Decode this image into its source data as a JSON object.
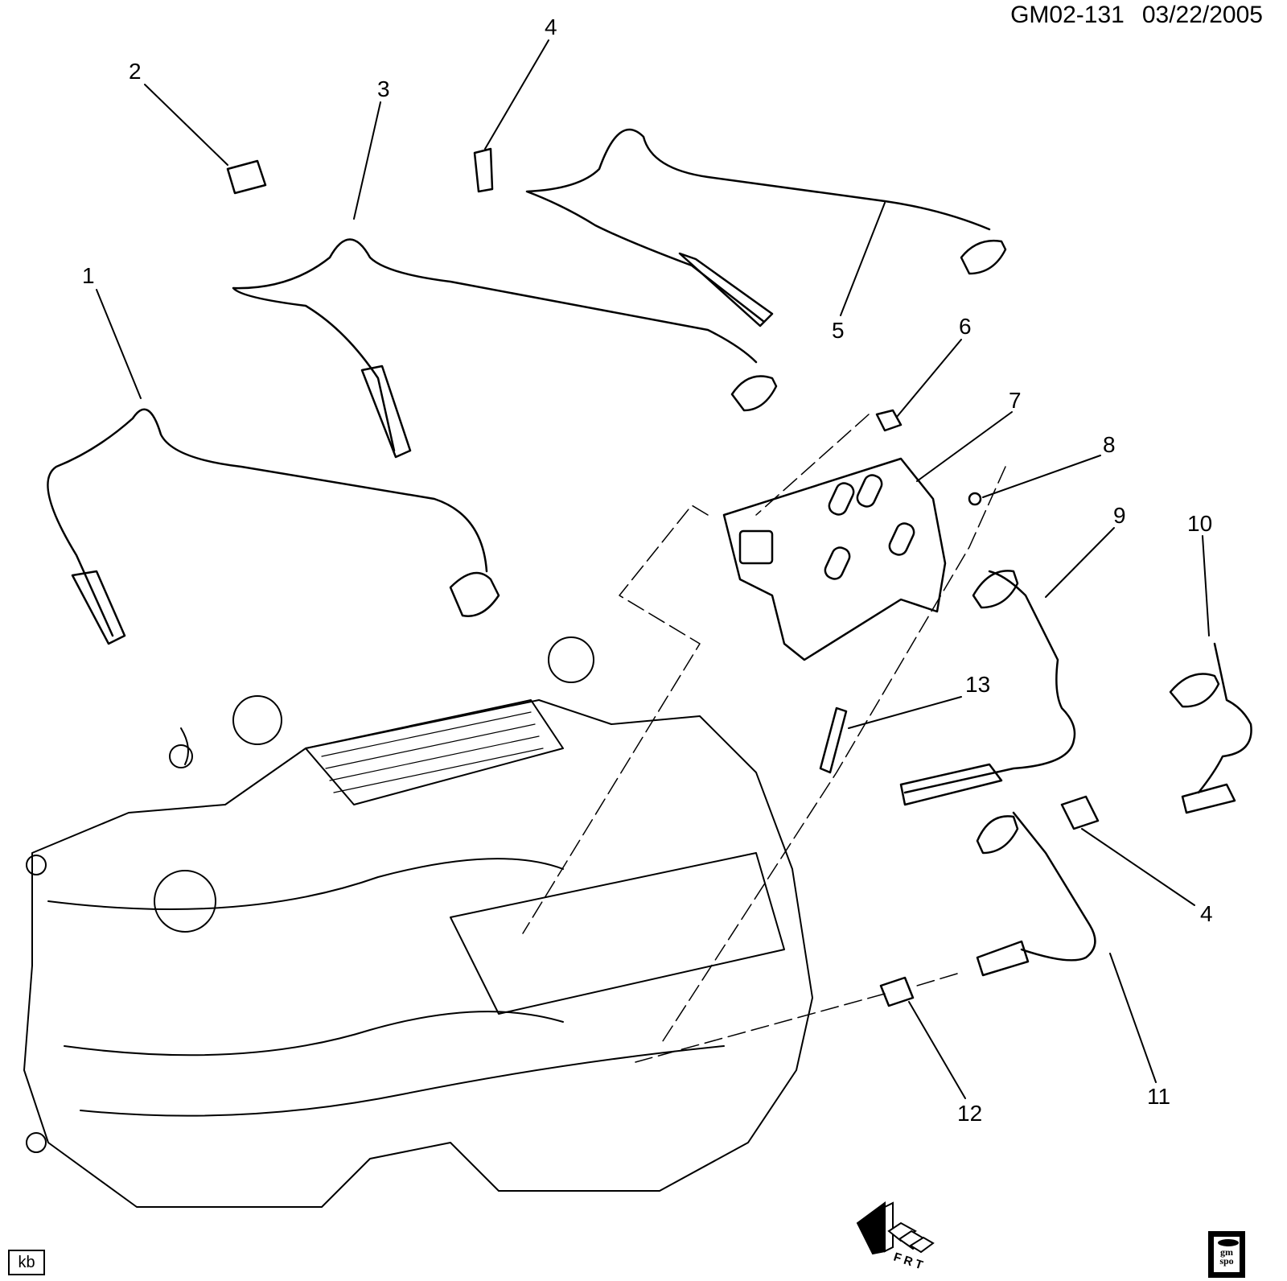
{
  "header": {
    "diagram_id": "GM02-131",
    "date": "03/22/2005"
  },
  "callouts": [
    "1",
    "2",
    "3",
    "4",
    "5",
    "6",
    "7",
    "8",
    "9",
    "10",
    "4",
    "11",
    "12",
    "13"
  ],
  "footer": {
    "initials": "kb",
    "front_indicator": "FRT",
    "logo_text": "gm spo"
  },
  "colors": {
    "line": "#000000",
    "background": "#ffffff"
  }
}
